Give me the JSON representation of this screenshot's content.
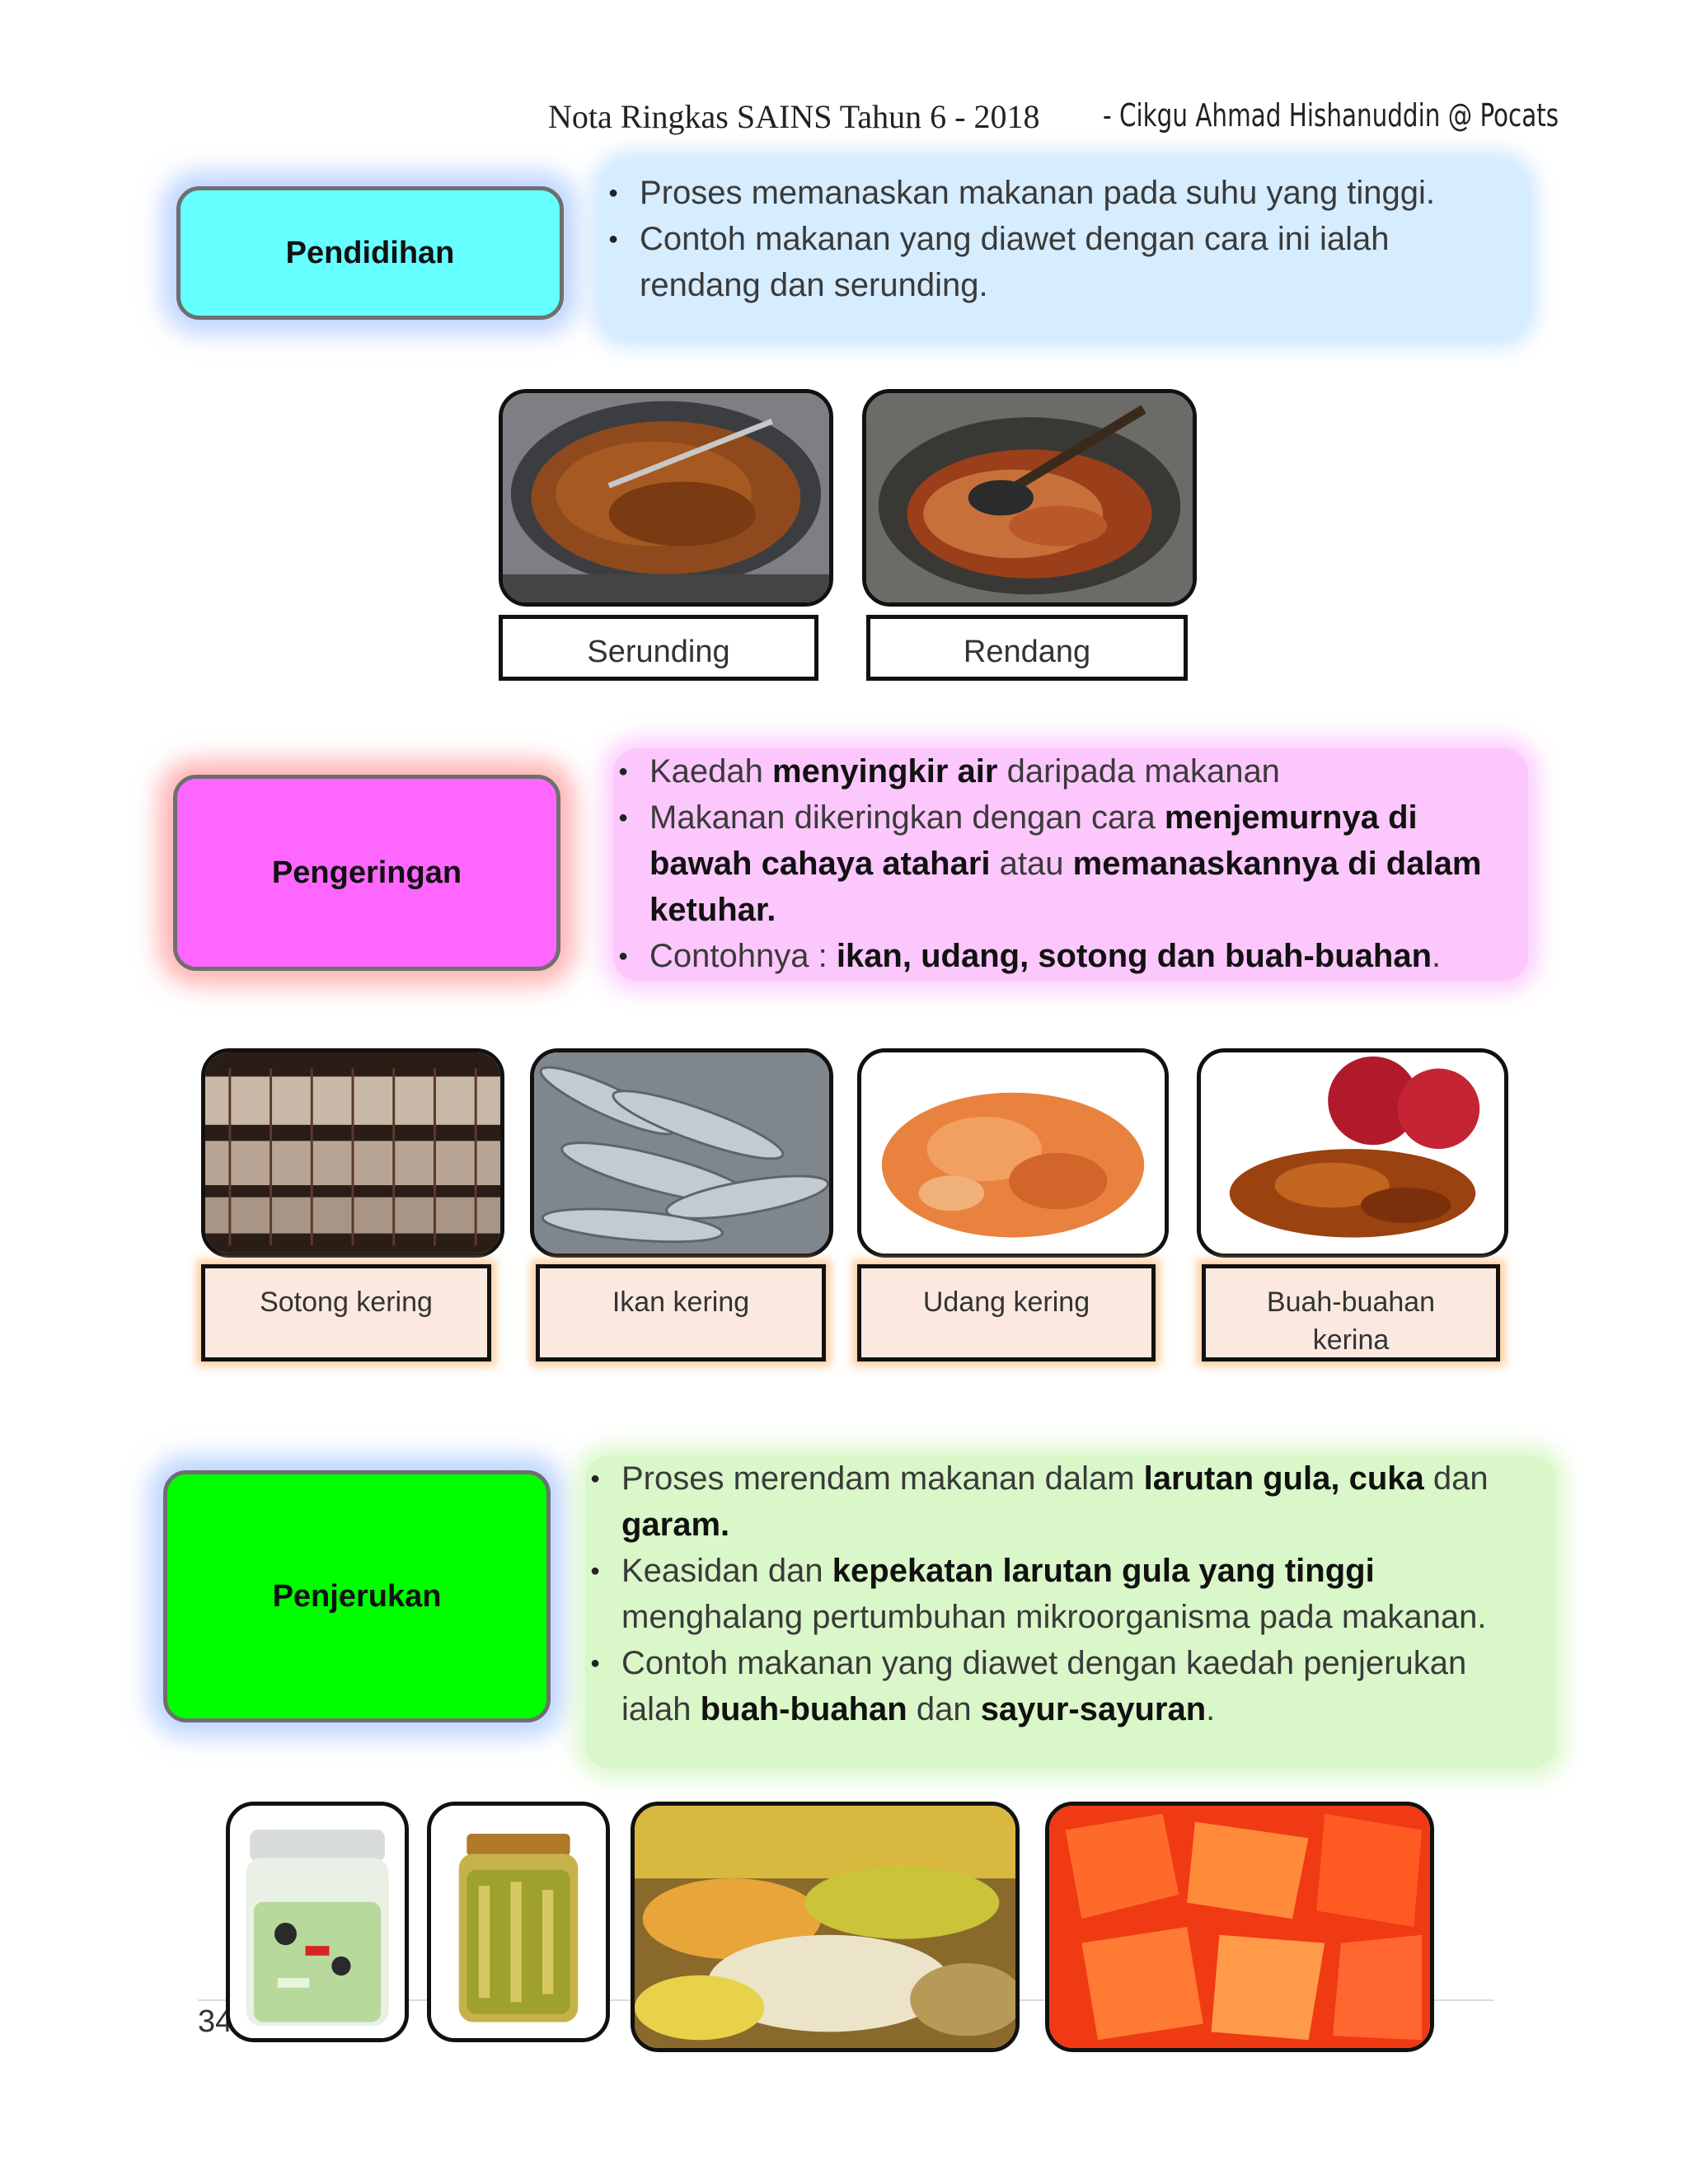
{
  "header": {
    "title": "Nota Ringkas SAINS Tahun 6 - 2018",
    "author": "- Cikgu Ahmad Hishanuddin @ Pocats"
  },
  "sections": {
    "pendidihan": {
      "label": "Pendidihan",
      "color": "#66ffff",
      "bullets": [
        "Proses memanaskan makanan pada suhu yang tinggi.",
        "Contoh makanan yang diawet dengan cara ini ialah rendang dan serunding."
      ],
      "captions": [
        "Serunding",
        "Rendang"
      ]
    },
    "pengeringan": {
      "label": "Pengeringan",
      "color": "#ff66ff",
      "bullets": [
        [
          {
            "t": "Kaedah "
          },
          {
            "b": "menyingkir air"
          },
          {
            "t": " daripada makanan"
          }
        ],
        [
          {
            "t": "Makanan dikeringkan dengan cara "
          },
          {
            "b": "menjemurnya di bawah cahaya atahari"
          },
          {
            "t": " atau "
          },
          {
            "b": "memanaskannya di dalam ketuhar."
          }
        ],
        [
          {
            "t": "Contohnya : "
          },
          {
            "b": "ikan, udang, sotong dan buah-buahan"
          },
          {
            "t": "."
          }
        ]
      ],
      "captions": [
        "Sotong kering",
        "Ikan kering",
        "Udang kering",
        "Buah-buahan kerina"
      ]
    },
    "penjerukan": {
      "label": "Penjerukan",
      "color": "#00ff00",
      "bullets": [
        [
          {
            "t": "Proses merendam makanan dalam "
          },
          {
            "b": "larutan gula, cuka"
          },
          {
            "t": " dan "
          },
          {
            "b": "garam."
          }
        ],
        [
          {
            "t": "Keasidan dan "
          },
          {
            "b": "kepekatan larutan gula yang tinggi"
          },
          {
            "t": " menghalang pertumbuhan mikroorganisma pada makanan."
          }
        ],
        [
          {
            "t": "Contoh makanan yang diawet dengan kaedah penjerukan ialah "
          },
          {
            "b": "buah-buahan"
          },
          {
            "t": " dan "
          },
          {
            "b": "sayur-sayuran"
          },
          {
            "t": "."
          }
        ]
      ]
    }
  },
  "footer": {
    "page_number": "34"
  }
}
